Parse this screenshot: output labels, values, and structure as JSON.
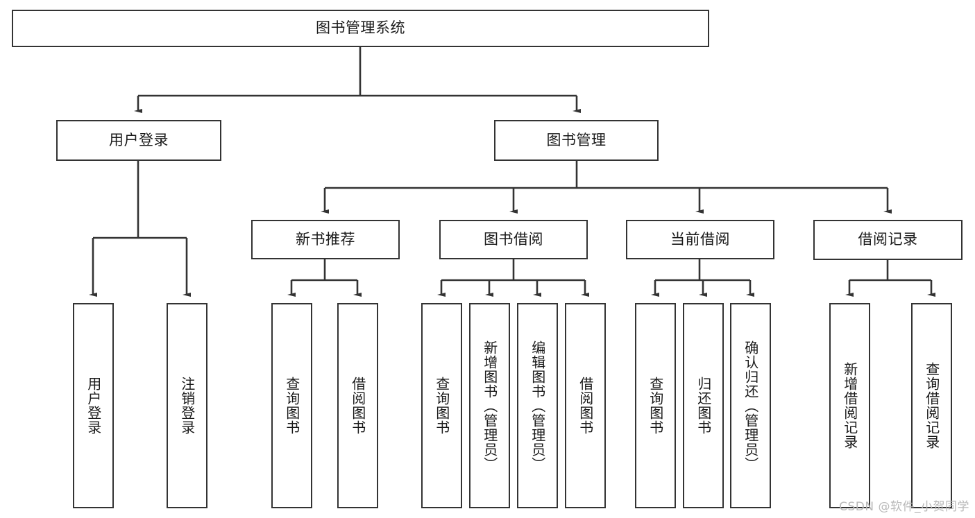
{
  "diagram": {
    "title": "图书管理系统",
    "type": "tree-hierarchy-diagram",
    "colors": {
      "border": "#333333",
      "background": "#ffffff",
      "text": "#1a1a1a",
      "watermark": "#b8b8b8"
    },
    "root": {
      "label": "图书管理系统"
    },
    "level2": {
      "user_login": {
        "label": "用户登录"
      },
      "book_manage": {
        "label": "图书管理"
      }
    },
    "level3": {
      "new_book_recommend": {
        "label": "新书推荐"
      },
      "book_borrow": {
        "label": "图书借阅"
      },
      "current_borrow": {
        "label": "当前借阅"
      },
      "borrow_record": {
        "label": "借阅记录"
      }
    },
    "leaves": {
      "user_login_children": [
        {
          "label": "用户登录"
        },
        {
          "label": "注销登录"
        }
      ],
      "new_book_recommend_children": [
        {
          "label": "查询图书"
        },
        {
          "label": "借阅图书"
        }
      ],
      "book_borrow_children": [
        {
          "label": "查询图书"
        },
        {
          "label": "新增图书（管理员）"
        },
        {
          "label": "编辑图书（管理员）"
        },
        {
          "label": "借阅图书"
        }
      ],
      "current_borrow_children": [
        {
          "label": "查询图书"
        },
        {
          "label": "归还图书"
        },
        {
          "label": "确认归还（管理员）"
        }
      ],
      "borrow_record_children": [
        {
          "label": "新增借阅记录"
        },
        {
          "label": "查询借阅记录"
        }
      ]
    }
  },
  "watermark": {
    "text": "CSDN @软件_小贺同学"
  }
}
